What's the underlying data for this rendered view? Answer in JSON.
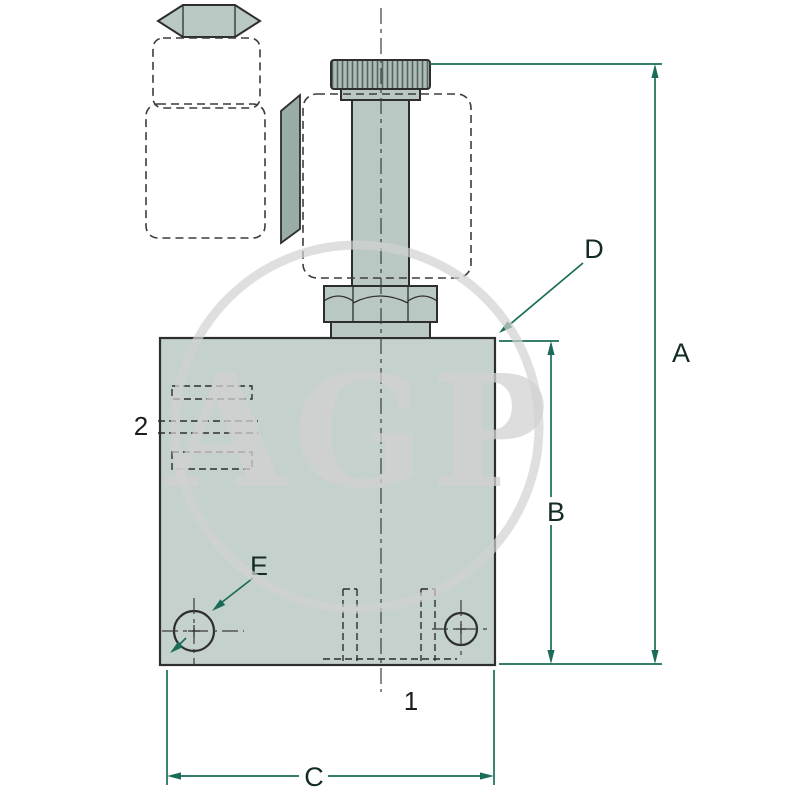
{
  "drawing": {
    "watermark": "AGP",
    "dims": {
      "a": "A",
      "b": "B",
      "c": "C",
      "d": "D",
      "e": "E"
    },
    "ports": {
      "p1": "1",
      "p2": "2"
    }
  },
  "colors": {
    "dim": "#1a6b58",
    "label": "#122b25",
    "num": "#1c1c1c",
    "outline": "#2e2e2e",
    "body": "#c4d1cc",
    "part2": "#bac8c3",
    "dark": "#9aaca6",
    "wm": "#d2d2d2"
  }
}
